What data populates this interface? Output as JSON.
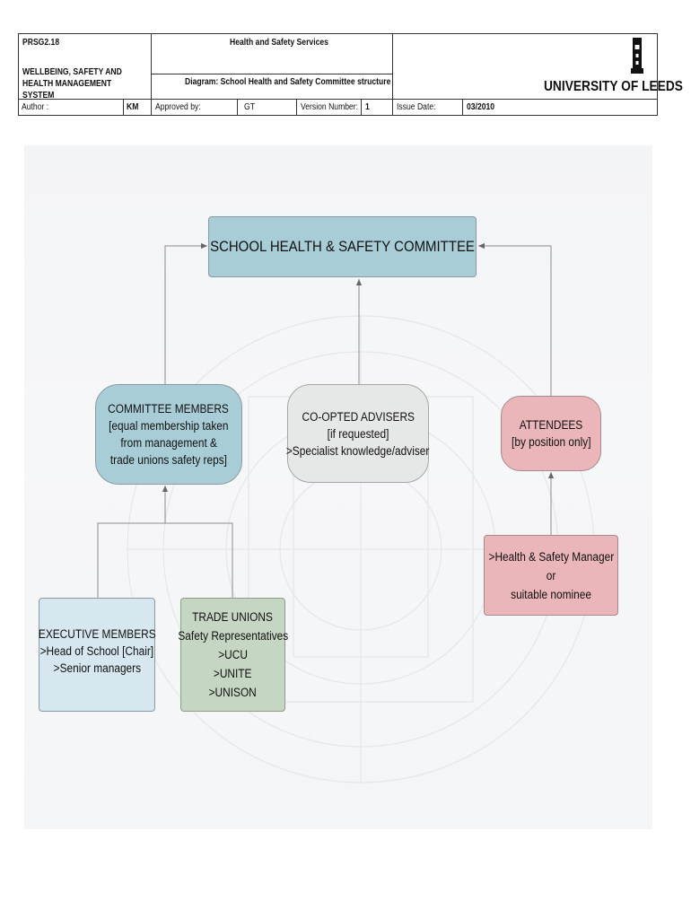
{
  "header": {
    "doc_code": "PRSG2.18",
    "system_title": "WELLBEING, SAFETY AND HEALTH MANAGEMENT SYSTEM",
    "department": "Health and Safety Services",
    "diagram_title": "Diagram: School Health and Safety Committee structure",
    "author_label": "Author :",
    "author_value": "KM",
    "approved_label": "Approved by:",
    "approved_value": "GT",
    "version_label": "Version Number:",
    "version_value": "1",
    "issue_label": "Issue Date:",
    "issue_value": "03/2010",
    "logo_text": "UNIVERSITY OF LEEDS"
  },
  "diagram": {
    "committee": {
      "line1": "SCHOOL HEALTH & SAFETY COMMITTEE"
    },
    "members": {
      "line1": "COMMITTEE MEMBERS",
      "line2": "[equal membership taken",
      "line3": "from management &",
      "line4": "trade unions safety reps]"
    },
    "coopted": {
      "line1": "CO-OPTED ADVISERS",
      "line2": "[if requested]",
      "line3": ">Specialist knowledge/adviser"
    },
    "attendees": {
      "line1": "ATTENDEES",
      "line2": "[by position only]"
    },
    "exec": {
      "line1": "EXECUTIVE MEMBERS",
      "line2": ">Head of School [Chair]",
      "line3": ">Senior managers"
    },
    "unions": {
      "line1": "TRADE UNIONS",
      "line2": "Safety Representatives",
      "line3": ">UCU",
      "line4": ">UNITE",
      "line5": ">UNISON"
    },
    "hsmgr": {
      "line1": ">Health & Safety Manager",
      "line2": "or",
      "line3": "suitable nominee"
    },
    "colors": {
      "blue": "#a9cdd6",
      "grey": "#e6e7e7",
      "pink": "#eab6b9",
      "light_blue": "#d6e7ef",
      "green": "#c5d7c2"
    }
  }
}
